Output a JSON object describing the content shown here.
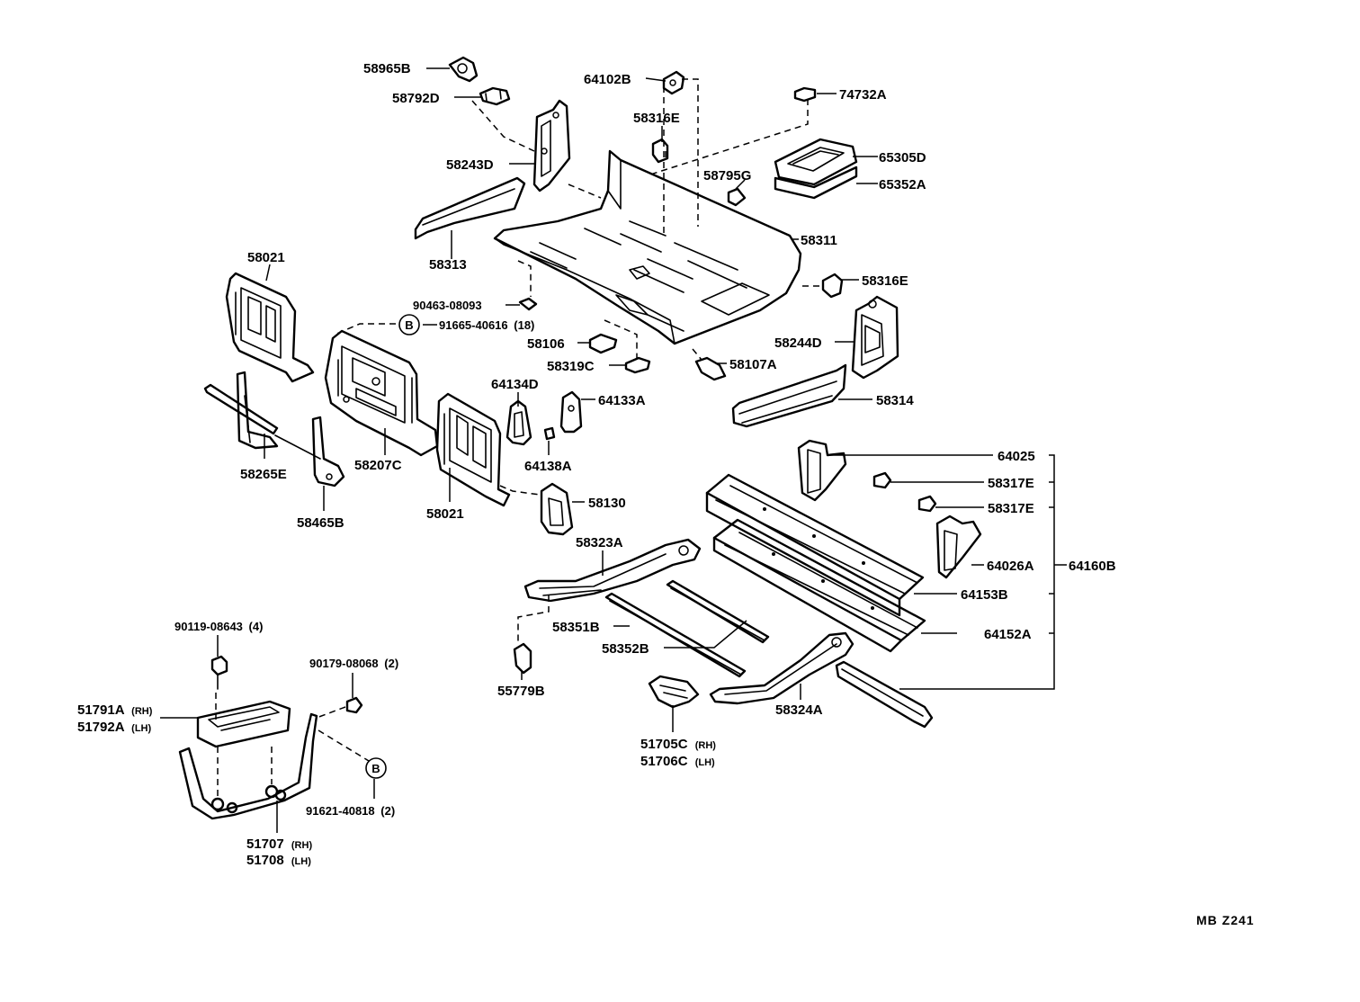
{
  "figure_code": "MB  Z241",
  "marker_letter": "B",
  "labels": {
    "p58965B": "58965B",
    "p58792D": "58792D",
    "p64102B": "64102B",
    "p74732A": "74732A",
    "p58316E_top": "58316E",
    "p65305D": "65305D",
    "p58795G": "58795G",
    "p65352A": "65352A",
    "p58243D": "58243D",
    "p58311": "58311",
    "p58313": "58313",
    "p58021_a": "58021",
    "p58316E_right": "58316E",
    "p90463": "90463-08093",
    "p91665": "91665-40616",
    "p91665_qty": "(18)",
    "p58244D": "58244D",
    "p58106": "58106",
    "p58107A": "58107A",
    "p58319C": "58319C",
    "p64134D": "64134D",
    "p64133A": "64133A",
    "p58314": "58314",
    "p58265E": "58265E",
    "p58207C": "58207C",
    "p64138A": "64138A",
    "p64025": "64025",
    "p58317E_a": "58317E",
    "p58465B": "58465B",
    "p58021_b": "58021",
    "p58130": "58130",
    "p58317E_b": "58317E",
    "p58323A": "58323A",
    "p64026A": "64026A",
    "p64160B": "64160B",
    "p64153B": "64153B",
    "p90119": "90119-08643",
    "p90119_qty": "(4)",
    "p58351B": "58351B",
    "p64152A": "64152A",
    "p90179": "90179-08068",
    "p90179_qty": "(2)",
    "p58352B": "58352B",
    "p51791A": "51791A",
    "p51791A_sfx": "(RH)",
    "p51792A": "51792A",
    "p51792A_sfx": "(LH)",
    "p55779B": "55779B",
    "p58324A": "58324A",
    "p51705C": "51705C",
    "p51705C_sfx": "(RH)",
    "p51706C": "51706C",
    "p51706C_sfx": "(LH)",
    "p91621": "91621-40818",
    "p91621_qty": "(2)",
    "p51707": "51707",
    "p51707_sfx": "(RH)",
    "p51708": "51708",
    "p51708_sfx": "(LH)"
  }
}
